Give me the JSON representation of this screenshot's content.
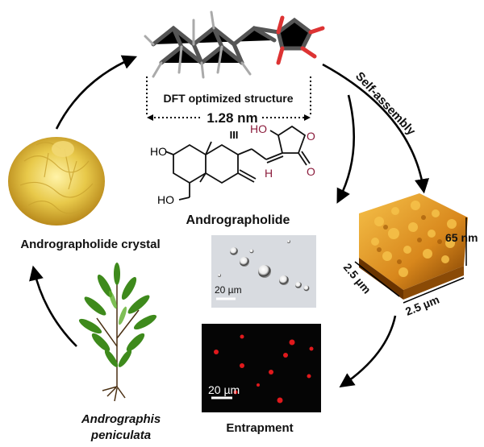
{
  "title_structure": "DFT optimized structure",
  "dimension": "1.28 nm",
  "compound_numeral": "III",
  "compound_name": "Andrographolide",
  "crystal_label": "Andrographolide crystal",
  "plant_label_line1": "Andrographis",
  "plant_label_line2": "peniculata",
  "self_assembly_label": "Self-assembly",
  "entrapment_label": "Entrapment",
  "afm": {
    "height": "65 nm",
    "x_size": "2.5 µm",
    "y_size": "2.5 µm"
  },
  "micrograph_scale": "20 µm",
  "fluorescence_scale": "20 µm",
  "chem_labels": {
    "ho_top_left": "HO",
    "ho_top_right": "HO",
    "ho_bottom": "HO",
    "h": "H",
    "o_ring": "O",
    "o_carbonyl": "O"
  },
  "colors": {
    "heteroatom": "#8b1c3c",
    "afm_light": "#f0b43a",
    "afm_dark": "#7a3c00",
    "fluor_dot": "#e0191c",
    "crystal": "#e8c94a",
    "leaf": "#3e8a1c"
  }
}
